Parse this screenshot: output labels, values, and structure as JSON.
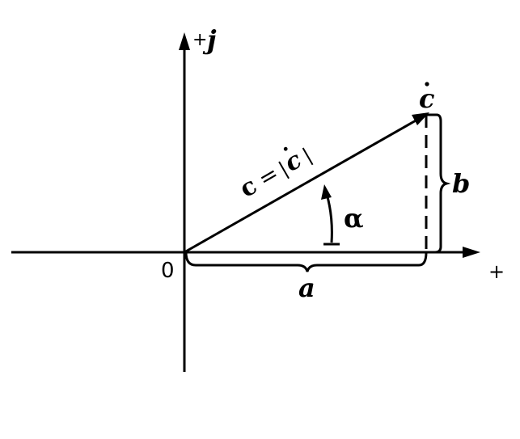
{
  "diagram": {
    "axis_imag_label_plus": "+",
    "axis_imag_label_j": "j",
    "axis_real_label": "+",
    "origin_label": "0",
    "point_label": "c",
    "magnitude_label_c": "c",
    "magnitude_label_eq": "=",
    "magnitude_label_open": "|",
    "magnitude_label_dot_c": "c",
    "magnitude_label_close": "|",
    "angle_label": "α",
    "real_part_label": "a",
    "imag_part_label": "b"
  }
}
